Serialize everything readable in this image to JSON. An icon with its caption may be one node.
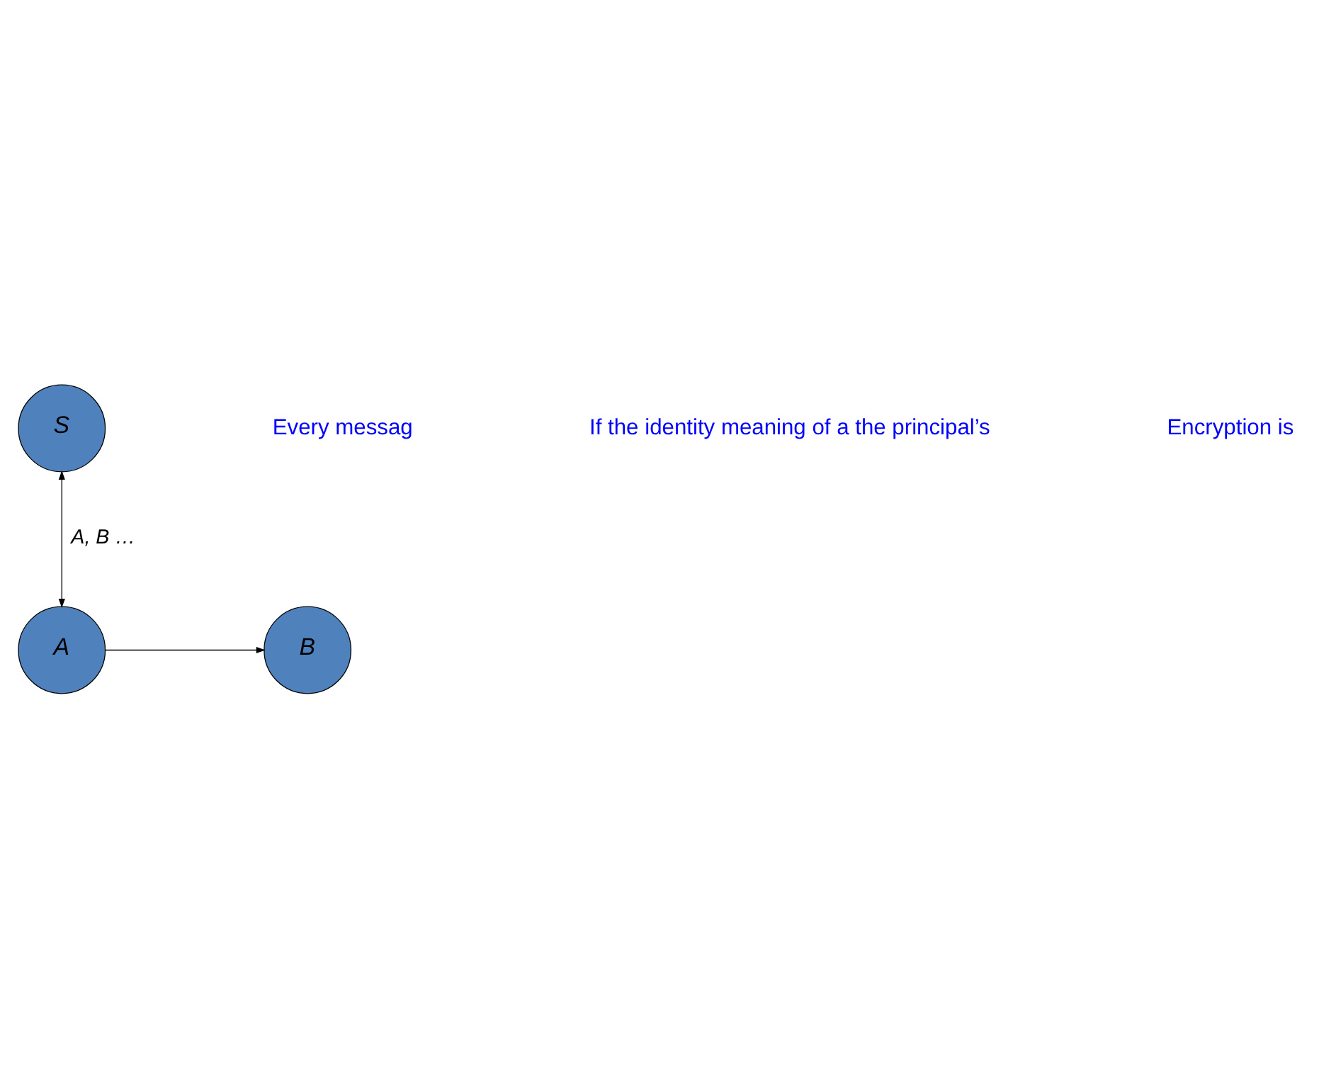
{
  "diagram": {
    "nodes": [
      {
        "text": [
          "S"
        ]
      },
      {
        "text": [
          "A"
        ]
      },
      {
        "text": [
          "B"
        ]
      }
    ],
    "edges": [
      {
        "from": 0,
        "to": 1,
        "arrow": "both",
        "label": "A, B …"
      },
      {
        "from": 1,
        "to": 2,
        "arrow": "to"
      }
    ],
    "labels": [
      "Every messag",
      "If the identity meaning of a the principal’s",
      "Encryption is"
    ]
  }
}
